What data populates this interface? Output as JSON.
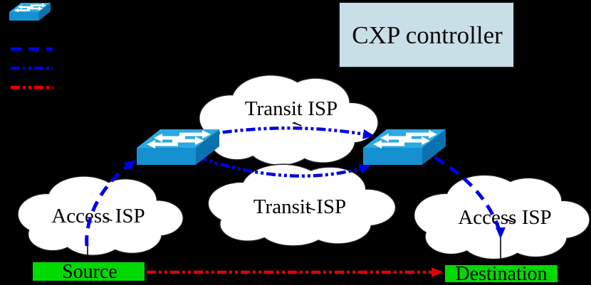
{
  "controller": {
    "label": "CXP controller"
  },
  "clouds": [
    {
      "name": "transit-isp-top",
      "label": "Transit ISP"
    },
    {
      "name": "transit-isp-bottom",
      "label": "Transit ISP"
    },
    {
      "name": "access-isp-left",
      "label": "Access ISP"
    },
    {
      "name": "access-isp-right",
      "label": "Access ISP"
    }
  ],
  "endpoints": {
    "source": {
      "label": "Source"
    },
    "destination": {
      "label": "Destination"
    }
  },
  "legend": {
    "items": [
      {
        "name": "switch-icon"
      },
      {
        "name": "blue-dashed-line",
        "color": "#0000e6",
        "pattern": "dashed"
      },
      {
        "name": "blue-dash-dot-dot-line",
        "color": "#0000e6",
        "pattern": "dash-dot-dot"
      },
      {
        "name": "red-dash-dot-dot-line",
        "color": "#e60000",
        "pattern": "dash-dot-dot"
      }
    ]
  },
  "colors": {
    "background": "#000000",
    "path_blue": "#0000e6",
    "path_red": "#e60000",
    "switch_top": "#2aaae2",
    "switch_front": "#1590d0",
    "switch_side": "#0a72ae",
    "cloud_fill": "#ffffff",
    "cloud_stroke": "#1a1a1a",
    "endpoint_fill": "#00da00",
    "controller_fill": "#c9dfe7"
  }
}
